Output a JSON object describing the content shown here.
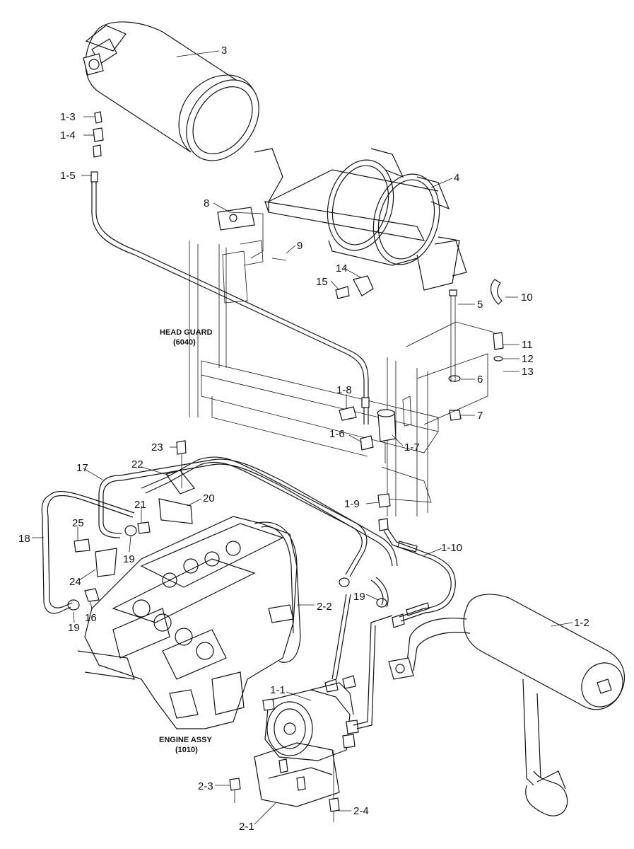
{
  "labels": {
    "l3": "3",
    "l4": "4",
    "l1_3": "1-3",
    "l1_4": "1-4",
    "l1_5": "1-5",
    "l8": "8",
    "l9": "9",
    "l14": "14",
    "l15": "15",
    "l10": "10",
    "l5": "5",
    "l11": "11",
    "l12": "12",
    "l13": "13",
    "l6": "6",
    "l7": "7",
    "l1_8": "1-8",
    "l1_6": "1-6",
    "l1_7": "1-7",
    "l23": "23",
    "l22": "22",
    "l17": "17",
    "l20": "20",
    "l21": "21",
    "l18": "18",
    "l25": "25",
    "l19a": "19",
    "l24": "24",
    "l16": "16",
    "l19b": "19",
    "l1_9": "1-9",
    "l1_10": "1-10",
    "l19c": "19",
    "l2_2": "2-2",
    "l1_2": "1-2",
    "l1_1": "1-1",
    "l2_3": "2-3",
    "l2_4": "2-4",
    "l2_1": "2-1"
  },
  "captions": {
    "head_guard": "HEAD GUARD",
    "head_guard_code": "(6040)",
    "engine_assy": "ENGINE ASSY",
    "engine_assy_code": "(1010)"
  }
}
